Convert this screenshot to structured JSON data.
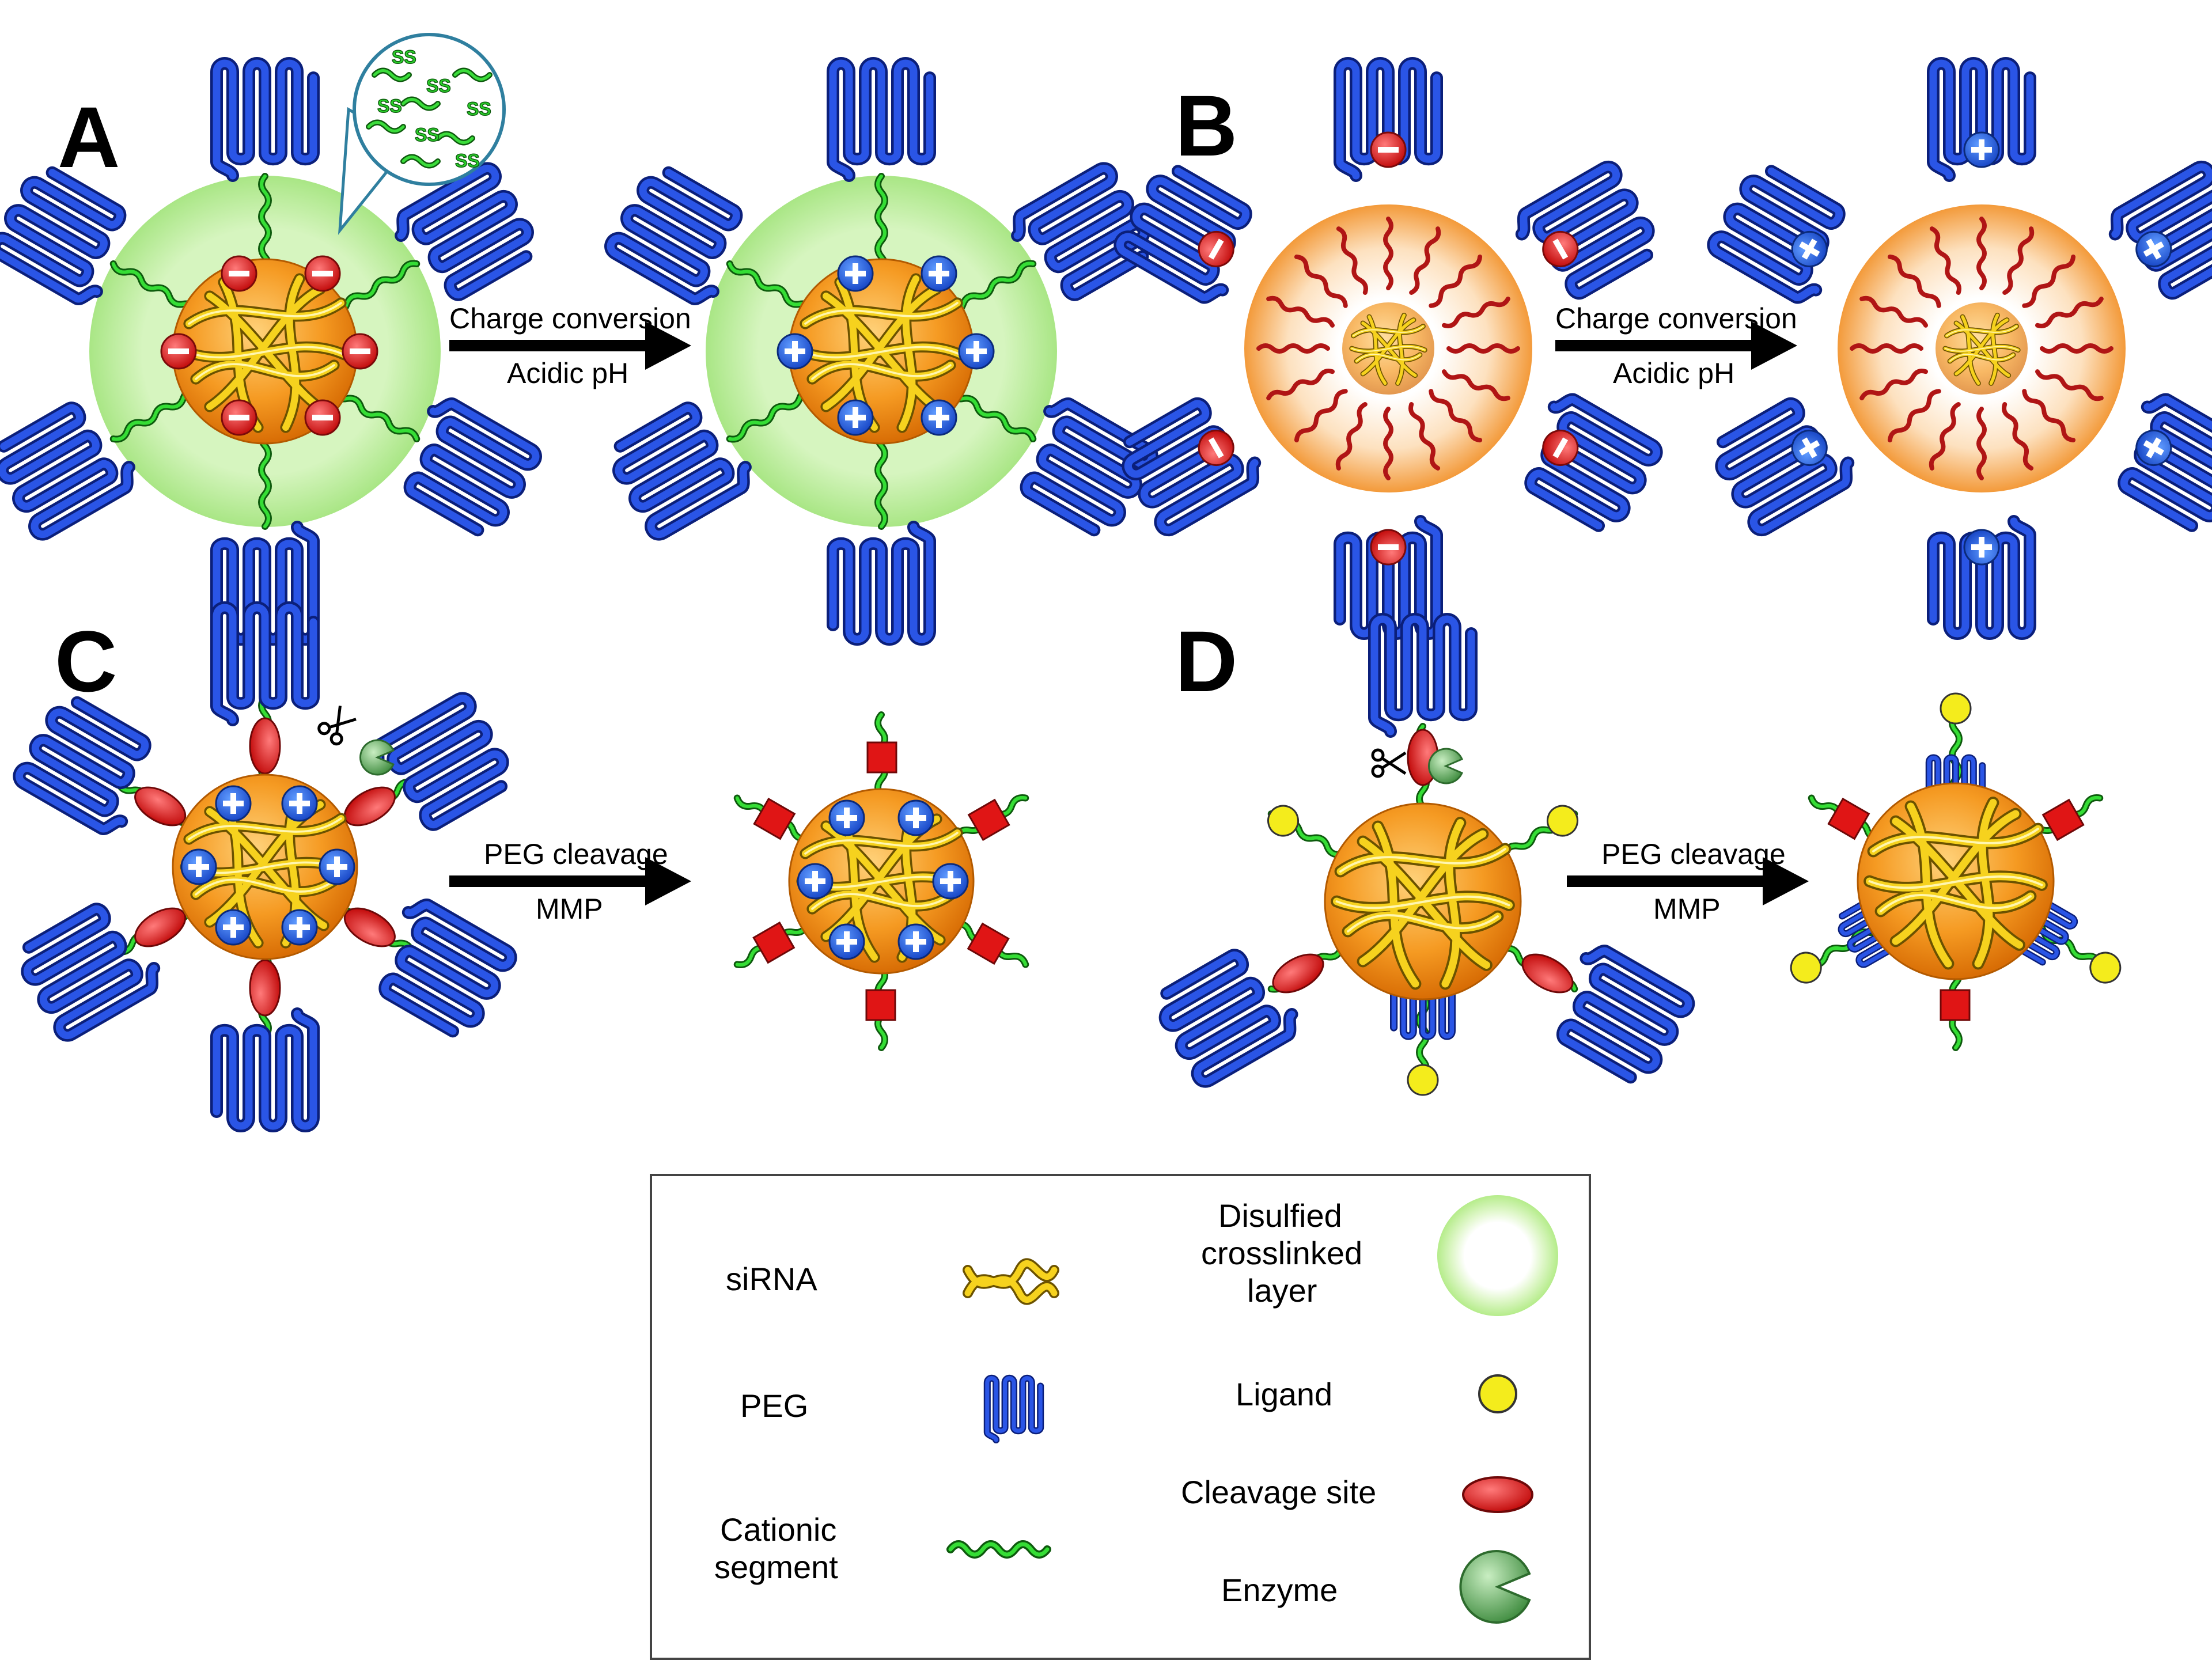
{
  "panels": {
    "a": {
      "letter": "A",
      "arrow_top": "Charge conversion",
      "arrow_bottom": "Acidic pH",
      "zoom_label": "SS"
    },
    "b": {
      "letter": "B",
      "arrow_top": "Charge conversion",
      "arrow_bottom": "Acidic pH"
    },
    "c": {
      "letter": "C",
      "arrow_top": "PEG cleavage",
      "arrow_bottom": "MMP"
    },
    "d": {
      "letter": "D",
      "arrow_top": "PEG cleavage",
      "arrow_bottom": "MMP"
    }
  },
  "legend": {
    "left": [
      {
        "label": "siRNA",
        "icon": "siRNA-icon"
      },
      {
        "label": "PEG",
        "icon": "peg-icon"
      },
      {
        "label_line1": "Cationic",
        "label_line2": "segment",
        "icon": "cationic-segment-icon"
      }
    ],
    "right": [
      {
        "label_line1": "Disulfied",
        "label_line2": "crosslinked",
        "label_line3": "layer",
        "icon": "crosslinked-layer-icon"
      },
      {
        "label": "Ligand",
        "icon": "ligand-icon"
      },
      {
        "label": "Cleavage site",
        "icon": "cleavage-site-icon"
      },
      {
        "label": "Enzyme",
        "icon": "enzyme-icon"
      }
    ]
  },
  "colors": {
    "peg_blue": "#1f3fd0",
    "cationic_green": "#2bd12b",
    "core_orange": "#f08a14",
    "shell_green": "#b6ec8e",
    "negative_red": "#e01f1f",
    "positive_blue": "#1f5fe0",
    "ligand_yellow": "#f4ec1c",
    "cleavage_red": "#e01515",
    "enzyme_green": "#5aa85a",
    "sirna_yellow": "#f2d21a"
  }
}
